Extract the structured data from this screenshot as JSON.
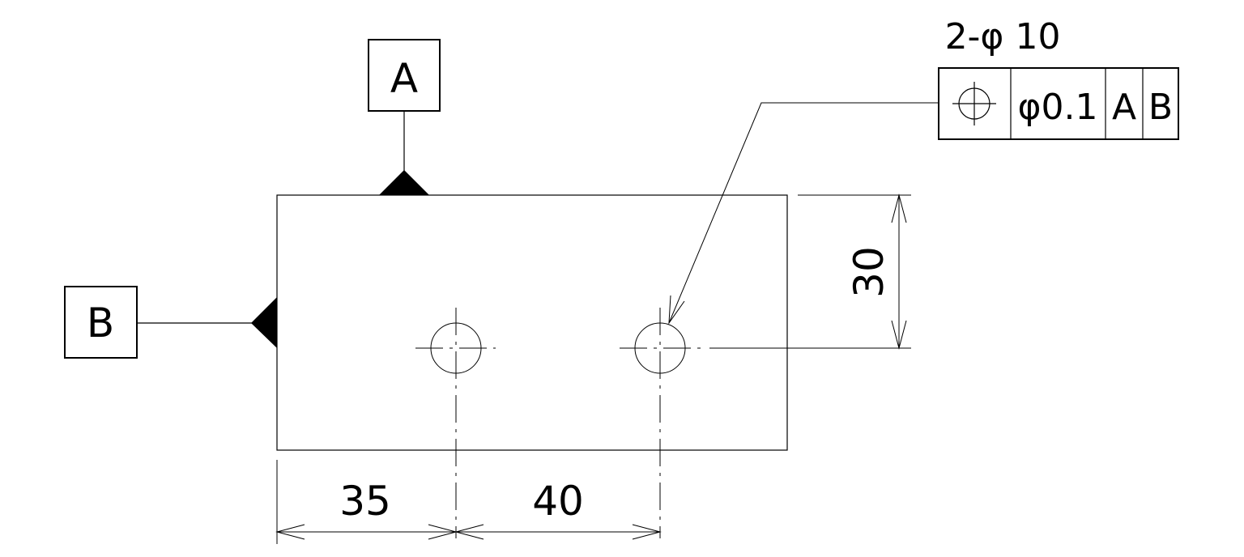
{
  "datums": {
    "a": "A",
    "b": "B"
  },
  "dimensions": {
    "hole_spec": "2-φ 10",
    "horizontal_1": "35",
    "horizontal_2": "40",
    "vertical": "30"
  },
  "feature_control_frame": {
    "symbol": "position-icon",
    "tolerance": "φ0.1",
    "datum_1": "A",
    "datum_2": "B"
  },
  "colors": {
    "line": "#000000",
    "background": "#ffffff"
  }
}
